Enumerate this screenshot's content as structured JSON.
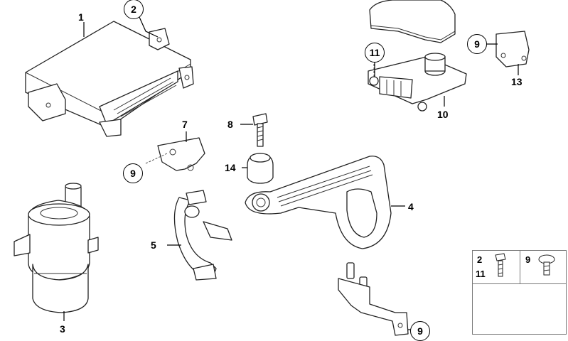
{
  "labels": {
    "part_1": "1",
    "part_2": "2",
    "part_3": "3",
    "part_4": "4",
    "part_5": "5",
    "part_7": "7",
    "part_8": "8",
    "part_9_a": "9",
    "part_9_b": "9",
    "part_9_c": "9",
    "part_10": "10",
    "part_11": "11",
    "part_13": "13",
    "part_14": "14"
  },
  "inset": {
    "left_top": "2",
    "left_bottom": "11",
    "right_top": "9"
  },
  "colors": {
    "line": "#222222",
    "background": "#ffffff",
    "inset_border": "#777777"
  }
}
